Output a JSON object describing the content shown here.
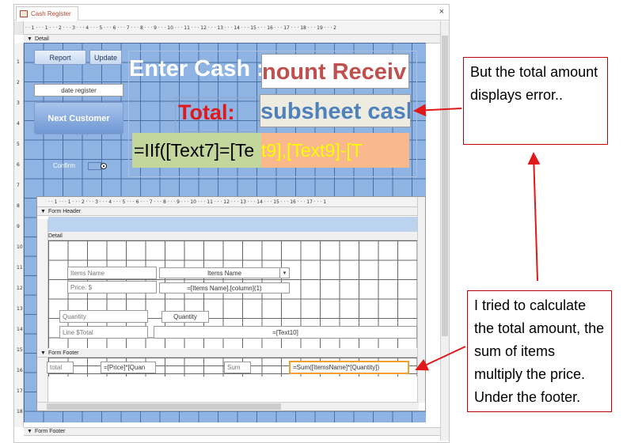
{
  "window": {
    "tab_title": "Cash Register",
    "close_glyph": "×"
  },
  "ruler": {
    "top_ticks": "· · 1 · · · 1 · · · 2 · · · 3 · · · 4 · · · 5 · · · 6 · · · 7 · · · 8 · · · 9 · · · 10 · · · 11 · · · 12 · · · 13 · · · 14 · · · 15 · · · 16 · · · 17 · · · 18 · · · 19 · · · 2",
    "sub_ticks": "· · 1 · · · 1 · · · 2 · · · 3 · · · 4 · · · 5 · · · 6 · · · 7 · · · 8 · · · 9 · · · 10 · · · 11 · · · 12 · · · 13 · · · 14 · · · 15 · · · 16 · · · 17 · · · 1"
  },
  "sections": {
    "detail": "Detail",
    "form_footer": "Form Footer"
  },
  "main": {
    "report_button": "Report",
    "update_button": "Update",
    "date_register": "date register",
    "next_customer": "Next Customer",
    "confirm": "Confirm",
    "enter_cash_label": "Enter Cash :",
    "amount_received": "nount Receiv",
    "total_label": "Total:",
    "subsheet_cash": "subsheet cash",
    "iif_expr_left": "=IIf([Text7]=[Te",
    "iif_expr_right": "t9],[Text9]-[T"
  },
  "subform": {
    "form_header": "Form Header",
    "detail": "Detail",
    "form_footer": "Form Footer",
    "items_name_label": "Items Name",
    "items_name_combo": "Items Name",
    "price_label": "Price: $",
    "price_expr": "=[Items Name].[column](1)",
    "quantity_label": "Quantity",
    "quantity_field": "Quantity",
    "line_total_label": "Line $Total",
    "text10_expr": "=[Text10]",
    "footer_total": "total",
    "footer_price_expr": "=[Price]*[Quan",
    "footer_sum": "Sum",
    "footer_sum_expr": "=Sum([ItemsName]*[Quantity])"
  },
  "callouts": {
    "error_note": "But the total amount displays error..",
    "explain_note": "I tried to calculate the total amount, the sum of items multiply the price. Under the footer."
  },
  "colors": {
    "grid_blue": "#8fb4e3",
    "arrow_red": "#e0191b",
    "total_red": "#e0191b",
    "amount_red": "#c0504d",
    "subsheet_blue": "#4f81bd",
    "green_box": "#c3d69b",
    "orange_box": "#fab98c",
    "yellow_text": "#ffff00"
  }
}
